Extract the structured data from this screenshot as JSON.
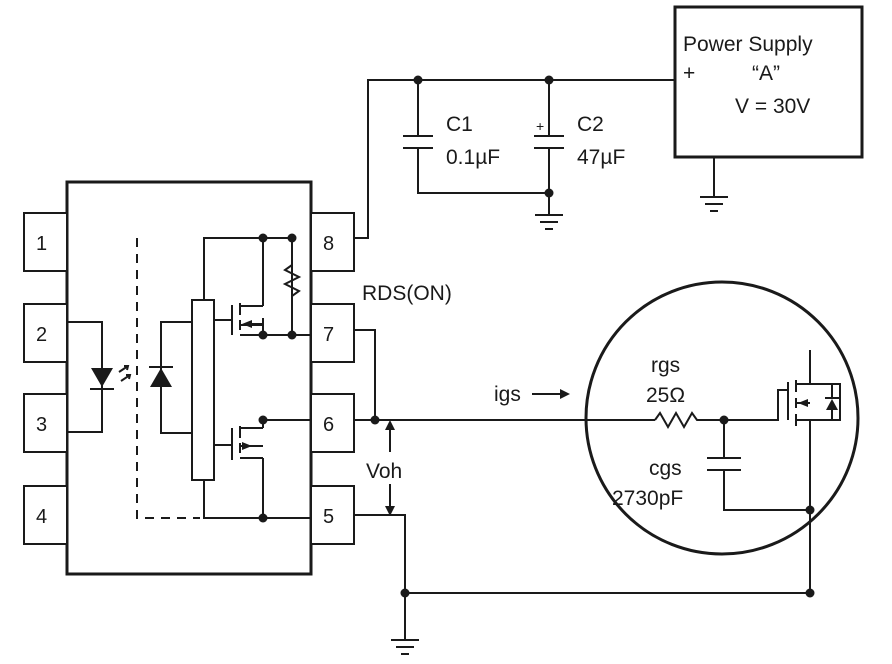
{
  "labels": {
    "pin1": "1",
    "pin2": "2",
    "pin3": "3",
    "pin4": "4",
    "pin5": "5",
    "pin6": "6",
    "pin7": "7",
    "pin8": "8",
    "c1_name": "C1",
    "c1_value": "0.1µF",
    "c2_name": "C2",
    "c2_value": "47µF",
    "c2_polarity": "+",
    "supply_line1": "Power Supply",
    "supply_line2": "“A”",
    "supply_line3": "V = 30V",
    "supply_plus": "+",
    "rds": "RDS(ON)",
    "igs": "igs",
    "rgs_name": "rgs",
    "rgs_value": "25Ω",
    "cgs_name": "cgs",
    "cgs_value": "2730pF",
    "voh": "Voh"
  }
}
